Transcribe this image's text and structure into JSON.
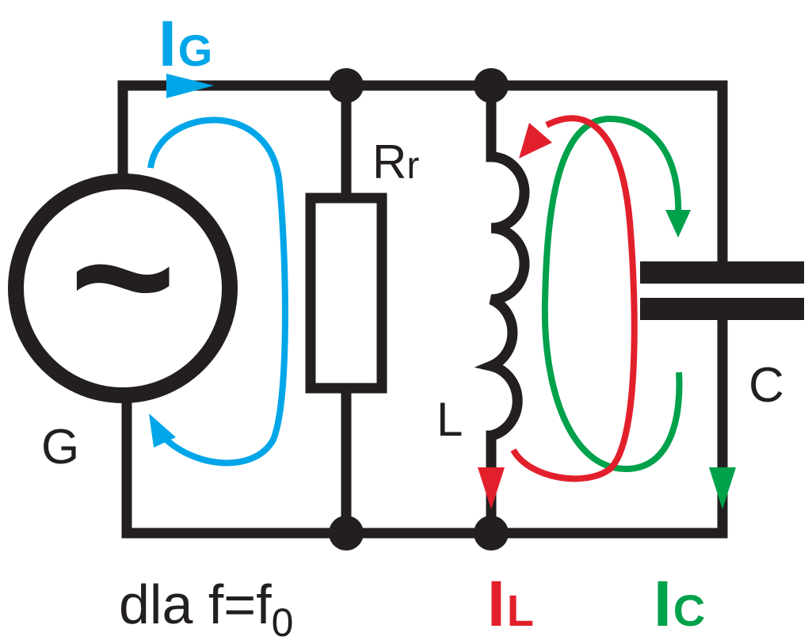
{
  "labels": {
    "current_generator": {
      "main": "I",
      "sub": "G"
    },
    "current_inductor": {
      "main": "I",
      "sub": "L"
    },
    "current_capacitor": {
      "main": "I",
      "sub": "C"
    },
    "resistor": {
      "main": "R",
      "sub": "r"
    },
    "inductor": "L",
    "capacitor": "C",
    "generator": "G",
    "generator_symbol": "~",
    "condition": {
      "main": "dla f=f",
      "sub": "0"
    }
  },
  "colors": {
    "wire": "#231f20",
    "generator_current": "#00a6e8",
    "inductor_current": "#e2202c",
    "capacitor_current": "#00a14b"
  }
}
